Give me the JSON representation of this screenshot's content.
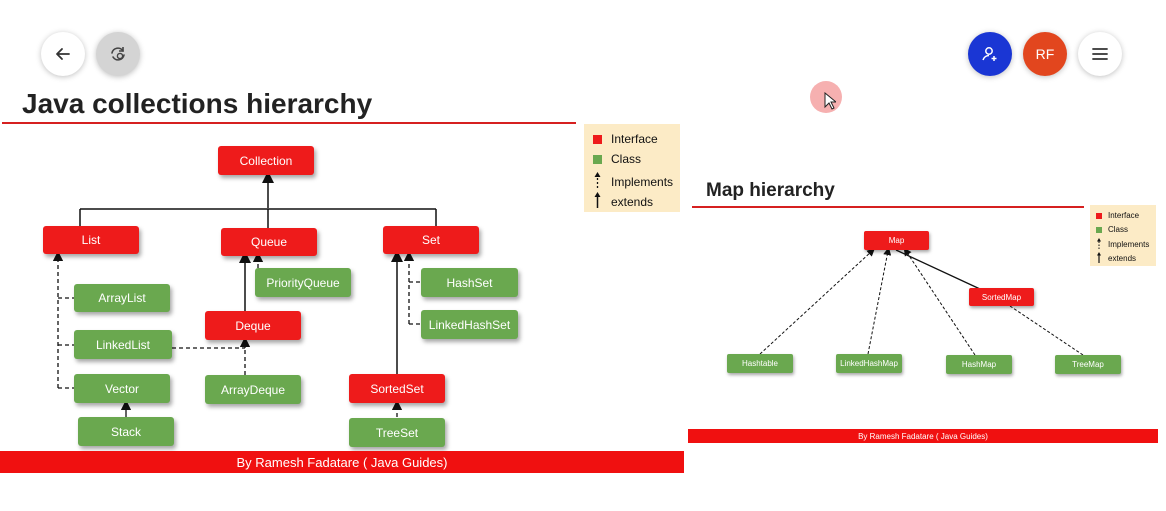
{
  "toolbar": {
    "back_icon": "arrow-left-icon",
    "reload_icon": "refresh-history-icon",
    "account_icon": "person-add-icon",
    "avatar_initials": "RF",
    "menu_icon": "hamburger-menu-icon"
  },
  "colors": {
    "interface": "#ee1b1b",
    "class": "#6aa84f",
    "account_button": "#1a36d4",
    "avatar": "#e2461e",
    "legend_bg": "#fcebc6",
    "footer": "#f01010"
  },
  "collections_slide": {
    "title": "Java collections hierarchy",
    "nodes": {
      "collection": "Collection",
      "list": "List",
      "queue": "Queue",
      "set": "Set",
      "arraylist": "ArrayList",
      "linkedlist": "LinkedList",
      "vector": "Vector",
      "stack": "Stack",
      "priorityqueue": "PriorityQueue",
      "deque": "Deque",
      "arraydeque": "ArrayDeque",
      "hashset": "HashSet",
      "linkedhashset": "LinkedHashSet",
      "sortedset": "SortedSet",
      "treeset": "TreeSet"
    },
    "legend": {
      "interface": "Interface",
      "class": "Class",
      "implements": "Implements",
      "extends": "extends"
    },
    "footer": "By Ramesh Fadatare ( Java Guides)"
  },
  "map_slide": {
    "title": "Map hierarchy",
    "nodes": {
      "map": "Map",
      "sortedmap": "SortedMap",
      "hashtable": "Hashtable",
      "linkedhashmap": "LinkedHashMap",
      "hashmap": "HashMap",
      "treemap": "TreeMap"
    },
    "legend": {
      "interface": "Interface",
      "class": "Class",
      "implements": "Implements",
      "extends": "extends"
    },
    "footer": "By Ramesh Fadatare ( Java Guides)"
  }
}
